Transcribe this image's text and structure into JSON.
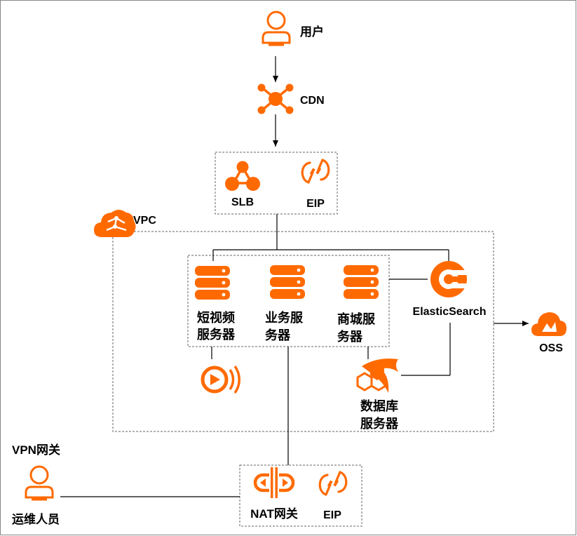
{
  "colors": {
    "orange": "#ff6a00",
    "line": "#000000",
    "box_border": "#666666",
    "frame_border": "#888888"
  },
  "nodes": {
    "user": {
      "label": "用户",
      "icon": "user-icon"
    },
    "cdn": {
      "label": "CDN",
      "icon": "cdn-icon"
    },
    "slb": {
      "label": "SLB",
      "icon": "slb-icon"
    },
    "eip_top": {
      "label": "EIP",
      "icon": "eip-icon"
    },
    "vpc": {
      "label": "VPC",
      "icon": "vpc-cloud-icon"
    },
    "short_video_server": {
      "label_line1": "短视频",
      "label_line2": "服务器",
      "icon": "server-icon"
    },
    "business_server": {
      "label_line1": "业务服",
      "label_line2": "务器",
      "icon": "server-icon"
    },
    "mall_server": {
      "label_line1": "商城服",
      "label_line2": "务器",
      "icon": "server-icon"
    },
    "elasticsearch": {
      "label": "ElasticSearch",
      "icon": "elasticsearch-icon"
    },
    "oss": {
      "label": "OSS",
      "icon": "oss-icon"
    },
    "video_service": {
      "icon": "video-play-icon"
    },
    "database_server": {
      "label_line1": "数据库",
      "label_line2": "服务器",
      "icon": "database-icon"
    },
    "vpn_gateway": {
      "label": "VPN网关"
    },
    "ops_user": {
      "label": "运维人员",
      "icon": "user-icon"
    },
    "nat_gateway": {
      "label": "NAT网关",
      "icon": "nat-gateway-icon"
    },
    "eip_bottom": {
      "label": "EIP",
      "icon": "eip-icon"
    }
  }
}
